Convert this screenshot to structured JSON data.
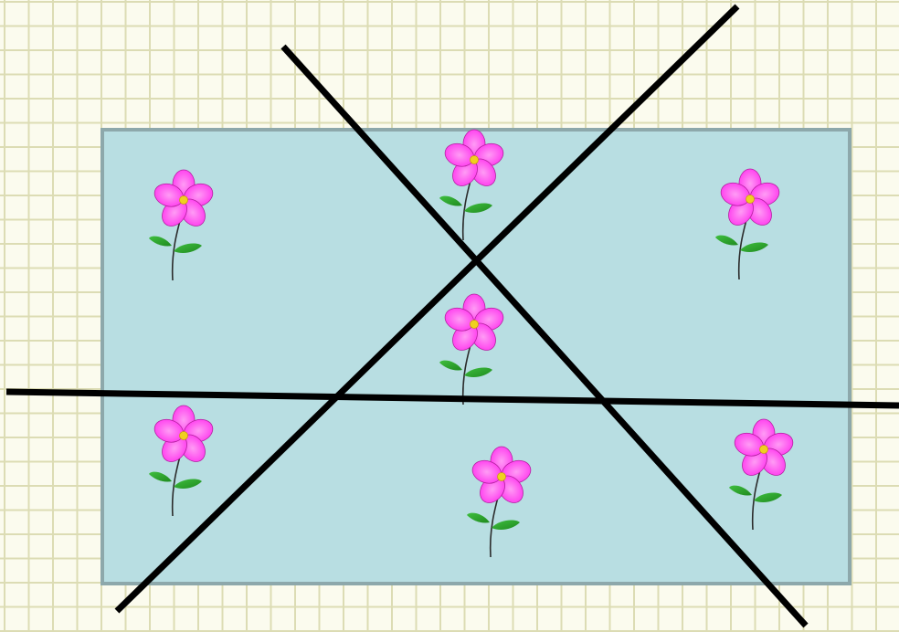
{
  "colors": {
    "page_background": "#fbfbee",
    "grid_line": "#dcdcb4",
    "field_fill": "#b8dee2",
    "field_border": "#8da8ab",
    "cut_line": "#000000",
    "petal": "#ff33ee",
    "petal_light": "#ff9cf5",
    "petal_edge": "#b3209f",
    "flower_center": "#f0d020",
    "stem": "#2b2b2b",
    "leaf": "#1f8a1f"
  },
  "diagram": {
    "shape": "rectangle",
    "flower_count": 7,
    "line_count": 3
  }
}
